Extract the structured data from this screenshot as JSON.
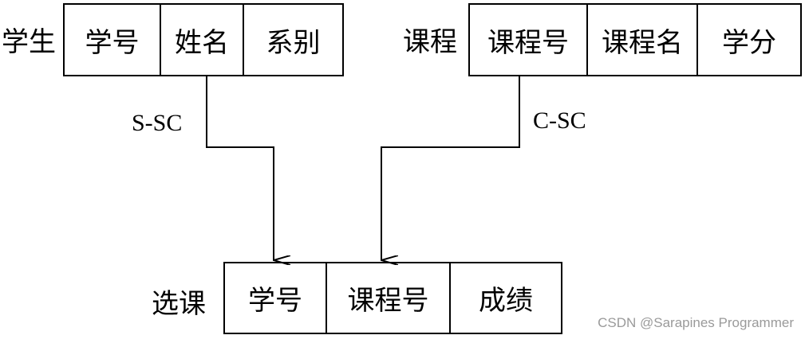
{
  "tables": {
    "student": {
      "name": "学生",
      "fields": [
        "学号",
        "姓名",
        "系别"
      ]
    },
    "course": {
      "name": "课程",
      "fields": [
        "课程号",
        "课程名",
        "学分"
      ]
    },
    "enrollment": {
      "name": "选课",
      "fields": [
        "学号",
        "课程号",
        "成绩"
      ]
    }
  },
  "links": {
    "s_sc": "S-SC",
    "c_sc": "C-SC"
  },
  "watermark": "CSDN @Sarapines Programmer"
}
